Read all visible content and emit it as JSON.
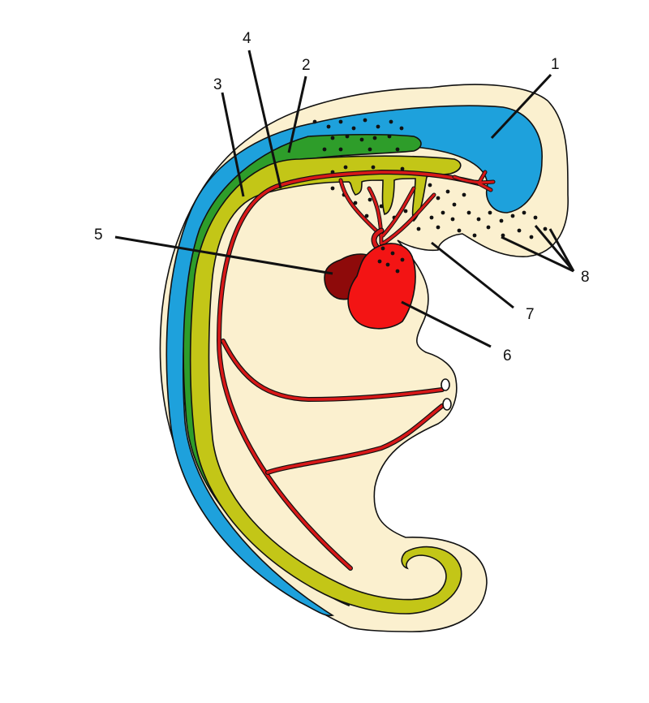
{
  "colors": {
    "embryo_body": "#FBF0CF",
    "amnion_blue": "#1EA1DC",
    "neural_green": "#2E9D2A",
    "notochord_yellow": "#C3C617",
    "vessel_red": "#D81818",
    "heart_dark_red": "#8E0A0A",
    "heart_red": "#F31414",
    "cell_dots": "#111111",
    "outline": "#111111"
  },
  "callouts": [
    {
      "id": "1",
      "text": "1"
    },
    {
      "id": "2",
      "text": "2"
    },
    {
      "id": "3",
      "text": "3"
    },
    {
      "id": "4",
      "text": "4"
    },
    {
      "id": "5",
      "text": "5"
    },
    {
      "id": "6",
      "text": "6"
    },
    {
      "id": "7",
      "text": "7"
    },
    {
      "id": "8",
      "text": "8"
    }
  ]
}
